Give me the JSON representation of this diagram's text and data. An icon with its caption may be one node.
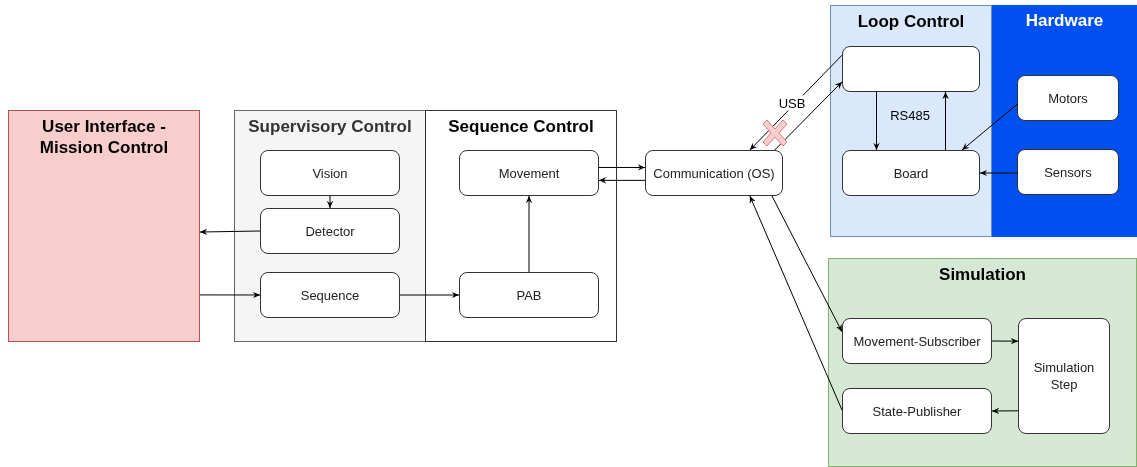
{
  "diagram": {
    "nodes": [
      {
        "text": [
          "User Interface - Mission Control"
        ]
      },
      {
        "text": [
          "Supervisory Control"
        ]
      },
      {
        "text": [
          "Vision"
        ],
        "in": 1
      },
      {
        "text": [
          "Detector"
        ],
        "in": 1
      },
      {
        "text": [
          "Sequence"
        ],
        "in": 1
      },
      {
        "text": [
          "Sequence Control"
        ]
      },
      {
        "text": [
          "Movement"
        ],
        "in": 5
      },
      {
        "text": [
          "PAB"
        ],
        "in": 5
      },
      {
        "text": [
          "Communication (OS)"
        ]
      },
      {
        "text": [
          "Loop Control"
        ]
      },
      {
        "text": [],
        "shape": "box",
        "in": 9
      },
      {
        "text": [
          "Board"
        ],
        "in": 9
      },
      {
        "text": [
          "Hardware"
        ]
      },
      {
        "text": [
          "Motors"
        ],
        "in": 12
      },
      {
        "text": [
          "Sensors"
        ],
        "in": 12
      },
      {
        "text": [
          "Simulation"
        ]
      },
      {
        "text": [
          "Movement-Subscriber"
        ],
        "in": 15
      },
      {
        "text": [
          "State-Publisher"
        ],
        "in": 15
      },
      {
        "text": [
          "Simulation Step"
        ],
        "in": 15
      }
    ],
    "edges": [
      {
        "from": 2,
        "to": 3,
        "arrow": "to"
      },
      {
        "from": 3,
        "to": 0,
        "arrow": "to"
      },
      {
        "from": 0,
        "to": 4,
        "arrow": "to"
      },
      {
        "from": 4,
        "to": 7,
        "arrow": "to"
      },
      {
        "from": 7,
        "to": 6,
        "arrow": "to"
      },
      {
        "from": 6,
        "to": 8,
        "arrow": "to"
      },
      {
        "from": 8,
        "to": 6,
        "arrow": "to"
      },
      {
        "from": 10,
        "to": 8,
        "arrow": "to",
        "label": "USB"
      },
      {
        "from": 8,
        "to": 10,
        "arrow": "to"
      },
      {
        "from": 10,
        "to": 11,
        "arrow": "to",
        "label": "RS485"
      },
      {
        "from": 11,
        "to": 10,
        "arrow": "to"
      },
      {
        "from": 13,
        "to": 11,
        "arrow": "to"
      },
      {
        "from": 14,
        "to": 11,
        "arrow": "to"
      },
      {
        "from": 8,
        "to": 16,
        "arrow": "to"
      },
      {
        "from": 17,
        "to": 8,
        "arrow": "to"
      },
      {
        "from": 16,
        "to": 18,
        "arrow": "to"
      },
      {
        "from": 18,
        "to": 17,
        "arrow": "to"
      }
    ]
  }
}
